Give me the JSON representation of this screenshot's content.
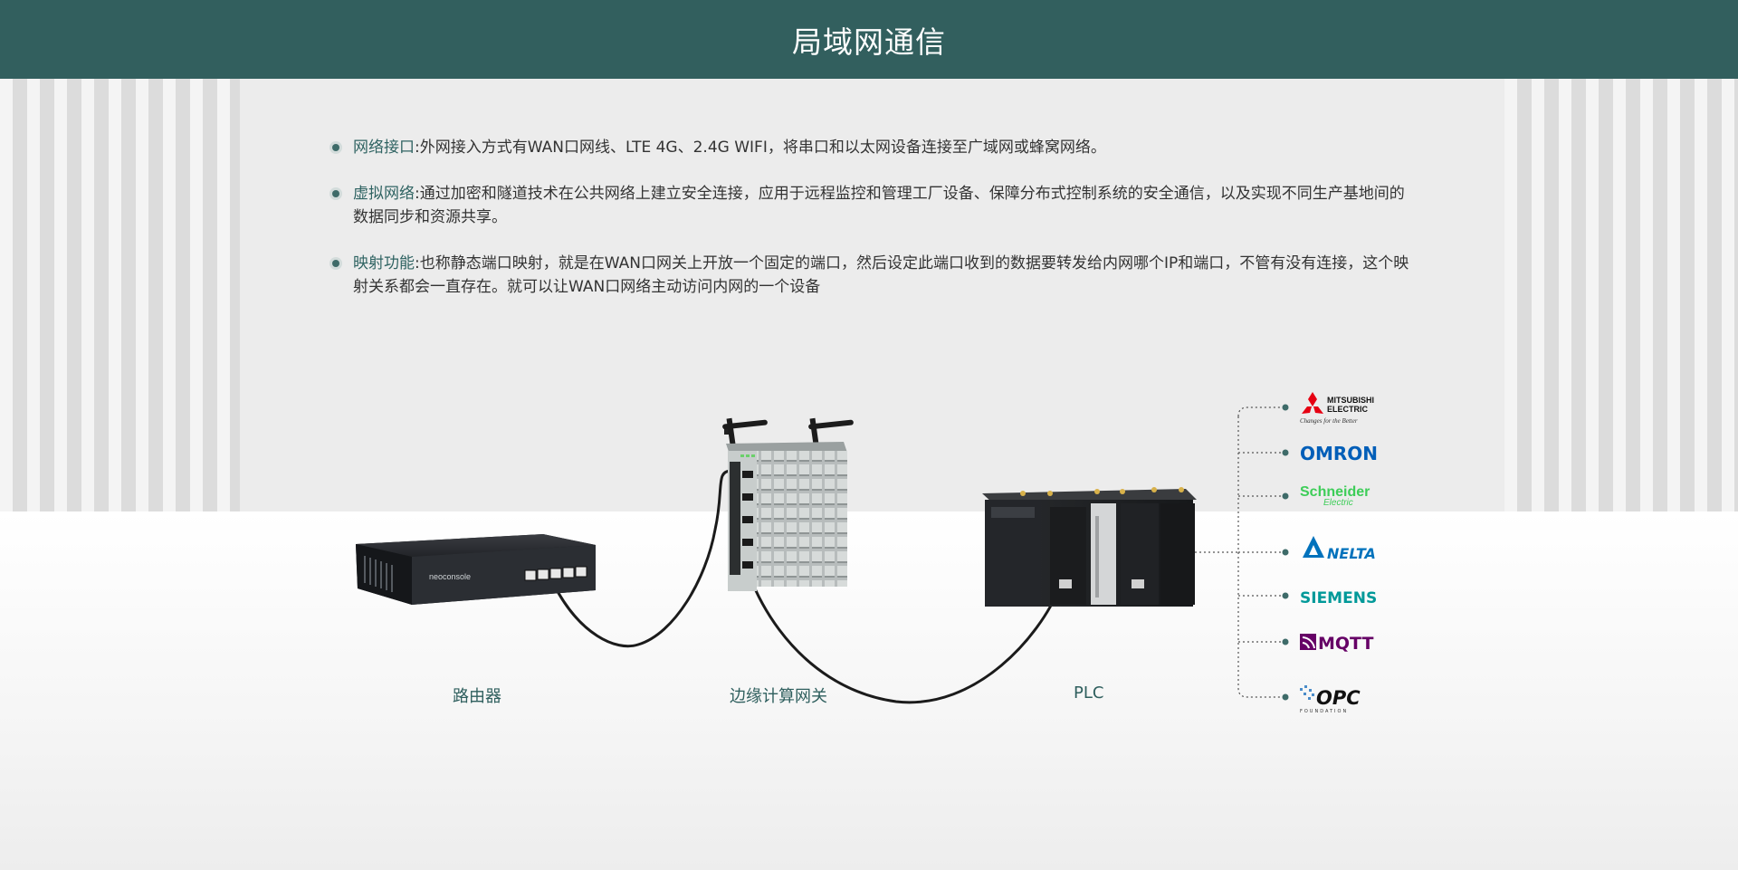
{
  "header": {
    "title": "局域网通信"
  },
  "features": [
    {
      "title": "网络接口",
      "text": ":外网接入方式有WAN口网线、LTE 4G、2.4G WIFI，将串口和以太网设备连接至广域网或蜂窝网络。"
    },
    {
      "title": "虚拟网络",
      "text": ":通过加密和隧道技术在公共网络上建立安全连接，应用于远程监控和管理工厂设备、保障分布式控制系统的安全通信，以及实现不同生产基地间的数据同步和资源共享。"
    },
    {
      "title": "映射功能",
      "text": ":也称静态端口映射，就是在WAN口网关上开放一个固定的端口，然后设定此端口收到的数据要转发给内网哪个IP和端口，不管有没有连接，这个映射关系都会一直存在。就可以让WAN口网络主动访问内网的一个设备"
    }
  ],
  "devices": {
    "router_label": "路由器",
    "router_brand": "neoconsole",
    "gateway_label": "边缘计算网关",
    "plc_label": "PLC"
  },
  "brands": {
    "mitsubishi_line1": "MITSUBISHI",
    "mitsubishi_line2": "ELECTRIC",
    "mitsubishi_tagline": "Changes for the Better",
    "omron": "OMRON",
    "schneider": "Schneider",
    "schneider_sub": "Electric",
    "delta": "NELTA",
    "siemens": "SIEMENS",
    "mqtt": "MQTT",
    "opc": "OPC",
    "opc_sub": "FOUNDATION"
  },
  "colors": {
    "header_bg": "#325f5e",
    "accent": "#2f6362",
    "mitsubishi": "#e60012",
    "omron": "#005eb8",
    "schneider": "#3dcd58",
    "delta": "#0072bc",
    "siemens": "#009999",
    "mqtt": "#660066"
  }
}
